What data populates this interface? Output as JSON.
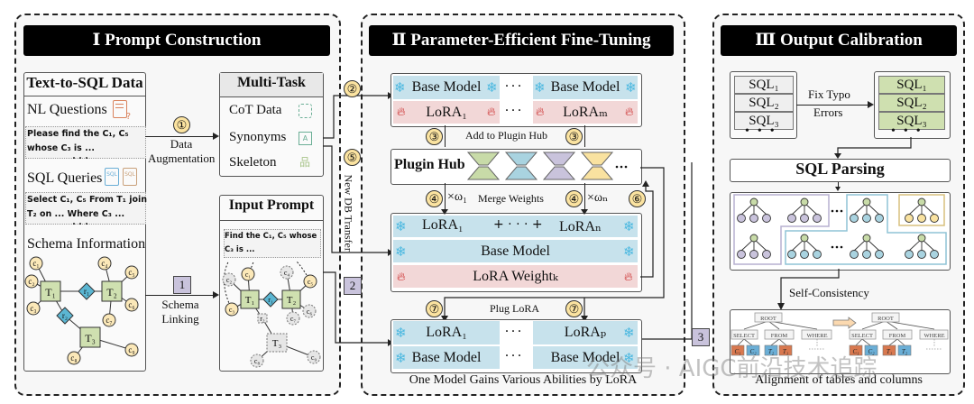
{
  "panels": {
    "p1": {
      "title": "Ⅰ  Prompt Construction"
    },
    "p2": {
      "title": "Ⅱ  Parameter-Efficient Fine-Tuning",
      "caption": "One Model Gains Various Abilities by LoRA"
    },
    "p3": {
      "title": "Ⅲ  Output Calibration",
      "caption": "Alignment of tables and columns"
    }
  },
  "text_to_sql": {
    "header": "Text-to-SQL Data",
    "nl_label": "NL Questions",
    "nl_example_1": "Please find the C₁, C₅",
    "nl_example_2": "whose C₃  is ...",
    "ellipsis": "· · ·",
    "sql_label": "SQL Queries",
    "sql_example_1": "Select C₁, C₅ From T₁ join",
    "sql_example_2": "T₂ on ... Where C₃ ...",
    "schema_label": "Schema Information"
  },
  "schema_nodes": {
    "tables": [
      "T₁",
      "T₂",
      "T₃"
    ],
    "relations": [
      "r₁",
      "r₂"
    ],
    "columns": [
      "c₁",
      "c₂",
      "c₃",
      "c₄",
      "c₅",
      "c₆",
      "c₇",
      "c₈",
      "c₉"
    ]
  },
  "multitask": {
    "header": "Multi-Task",
    "items": [
      {
        "label": "CoT Data",
        "icon": "network-icon"
      },
      {
        "label": "Synonyms",
        "icon": "synonym-icon"
      },
      {
        "label": "Skeleton",
        "icon": "hierarchy-icon"
      }
    ]
  },
  "input_prompt": {
    "header": "Input Prompt",
    "text_1": "Find the C₁, C₅ whose",
    "text_2": "C₃ is ..."
  },
  "steps": {
    "s1": "①",
    "s2": "②",
    "s3": "③",
    "s4": "④",
    "s5": "⑤",
    "s6": "⑥",
    "s7": "⑦",
    "data_aug_1": "Data",
    "data_aug_2": "Augmentation",
    "box1": "1",
    "box2": "2",
    "box3": "3",
    "schema_linking_1": "Schema",
    "schema_linking_2": "Linking",
    "new_db": "New DB Transfer",
    "add_hub": "Add to Plugin Hub",
    "merge": "Merge Weights",
    "w1": "×ω₁",
    "wn": "×ωₙ",
    "plug": "Plug LoRA"
  },
  "peft": {
    "base_model": "Base Model",
    "lora_1": "LoRA₁",
    "lora_m": "LoRAₘ",
    "lora_n": "LoRAₙ",
    "lora_p": "LoRAₚ",
    "dots": "· · ·",
    "plus_dots": "+ · · · +",
    "plugin_hub": "Plugin Hub",
    "lora_weight": "LoRA Weightₖ",
    "hub_colors": [
      "#c8dba8",
      "#a9d3e0",
      "#c9c3dc",
      "#f9e2a0"
    ]
  },
  "calibration": {
    "sql_items": [
      "SQL₁",
      "SQL₂",
      "SQL₃"
    ],
    "fix_1": "Fix Typo",
    "fix_2": "Errors",
    "parsing": "SQL Parsing",
    "self_consistency": "Self-Consistency",
    "tree_labels": {
      "root": "ROOT",
      "select": "SELECT",
      "from": "FROM",
      "where": "WHERE"
    },
    "left_leaves": [
      "C₁",
      "C₂",
      "T₂",
      "T₁"
    ],
    "right_leaves": [
      "C₁",
      "C₂",
      "T₁",
      "T₂"
    ]
  },
  "watermark": "公众号 · AIGC前沿技术追踪"
}
